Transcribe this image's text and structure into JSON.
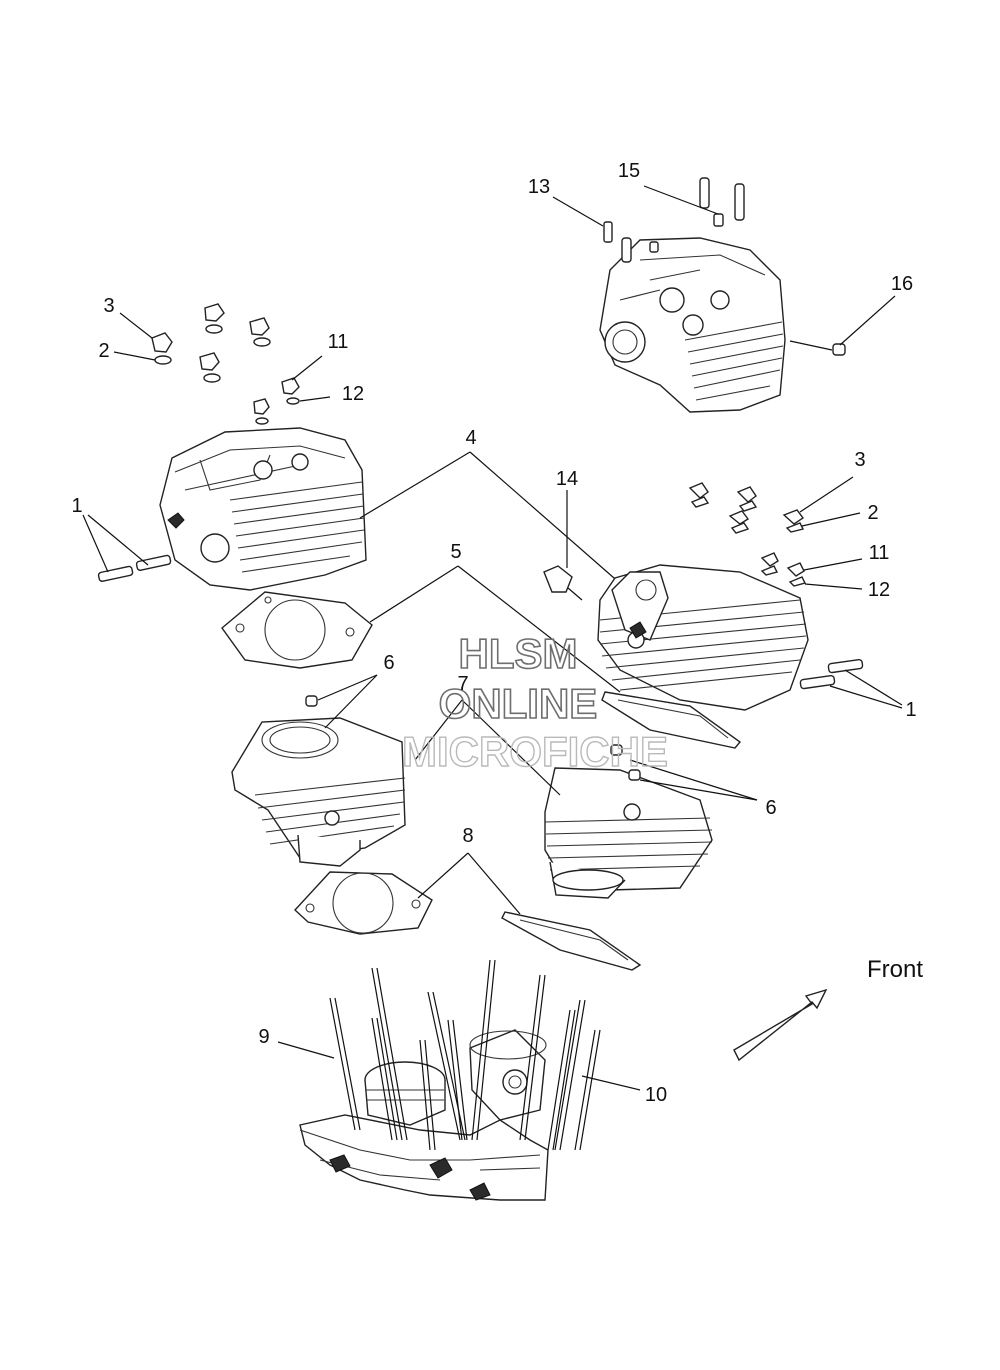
{
  "watermark": {
    "line1": "HLSM",
    "line2": "ONLINE",
    "line3": "MICROFICHE"
  },
  "direction_label": "Front",
  "callouts": {
    "c1_left": "1",
    "c1_right": "1",
    "c2_left": "2",
    "c2_right": "2",
    "c3_left": "3",
    "c3_right": "3",
    "c4": "4",
    "c5": "5",
    "c6_left": "6",
    "c6_right": "6",
    "c7": "7",
    "c8": "8",
    "c9": "9",
    "c10": "10",
    "c11_left": "11",
    "c11_right": "11",
    "c12_left": "12",
    "c12_right": "12",
    "c13": "13",
    "c14": "14",
    "c15": "15",
    "c16": "16"
  }
}
